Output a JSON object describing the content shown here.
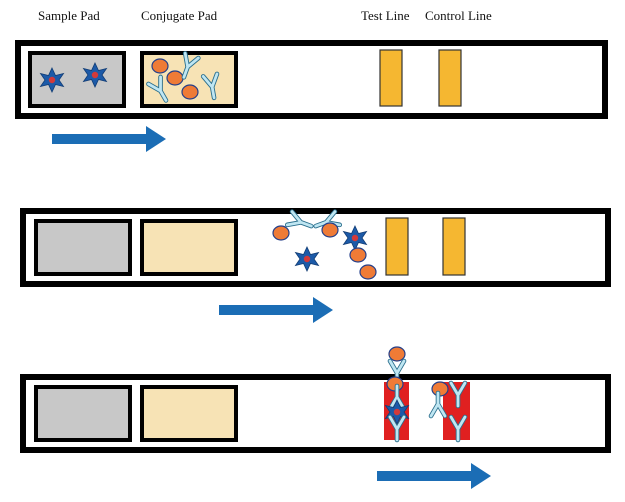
{
  "labels": {
    "sample_pad": "Sample Pad",
    "conjugate_pad": "Conjugate Pad",
    "test_line": "Test Line",
    "control_line": "Control Line"
  },
  "colors": {
    "strip_border": "#000000",
    "sample_pad_fill": "#c8c8c8",
    "conjugate_pad_fill": "#f7e3b5",
    "line_fill": "#f5b731",
    "positive_band": "#e02020",
    "arrow": "#1b6db5",
    "antigen": "#1c5aa8",
    "antigen_core": "#d23a3a",
    "gold_particle": "#ef7b36",
    "antibody": "#bfe6f2"
  },
  "icons": {
    "antigen": "antigen-star-icon",
    "gold_particle": "gold-nanoparticle-icon",
    "antibody": "y-antibody-icon",
    "flow_arrow": "flow-arrow-icon"
  }
}
